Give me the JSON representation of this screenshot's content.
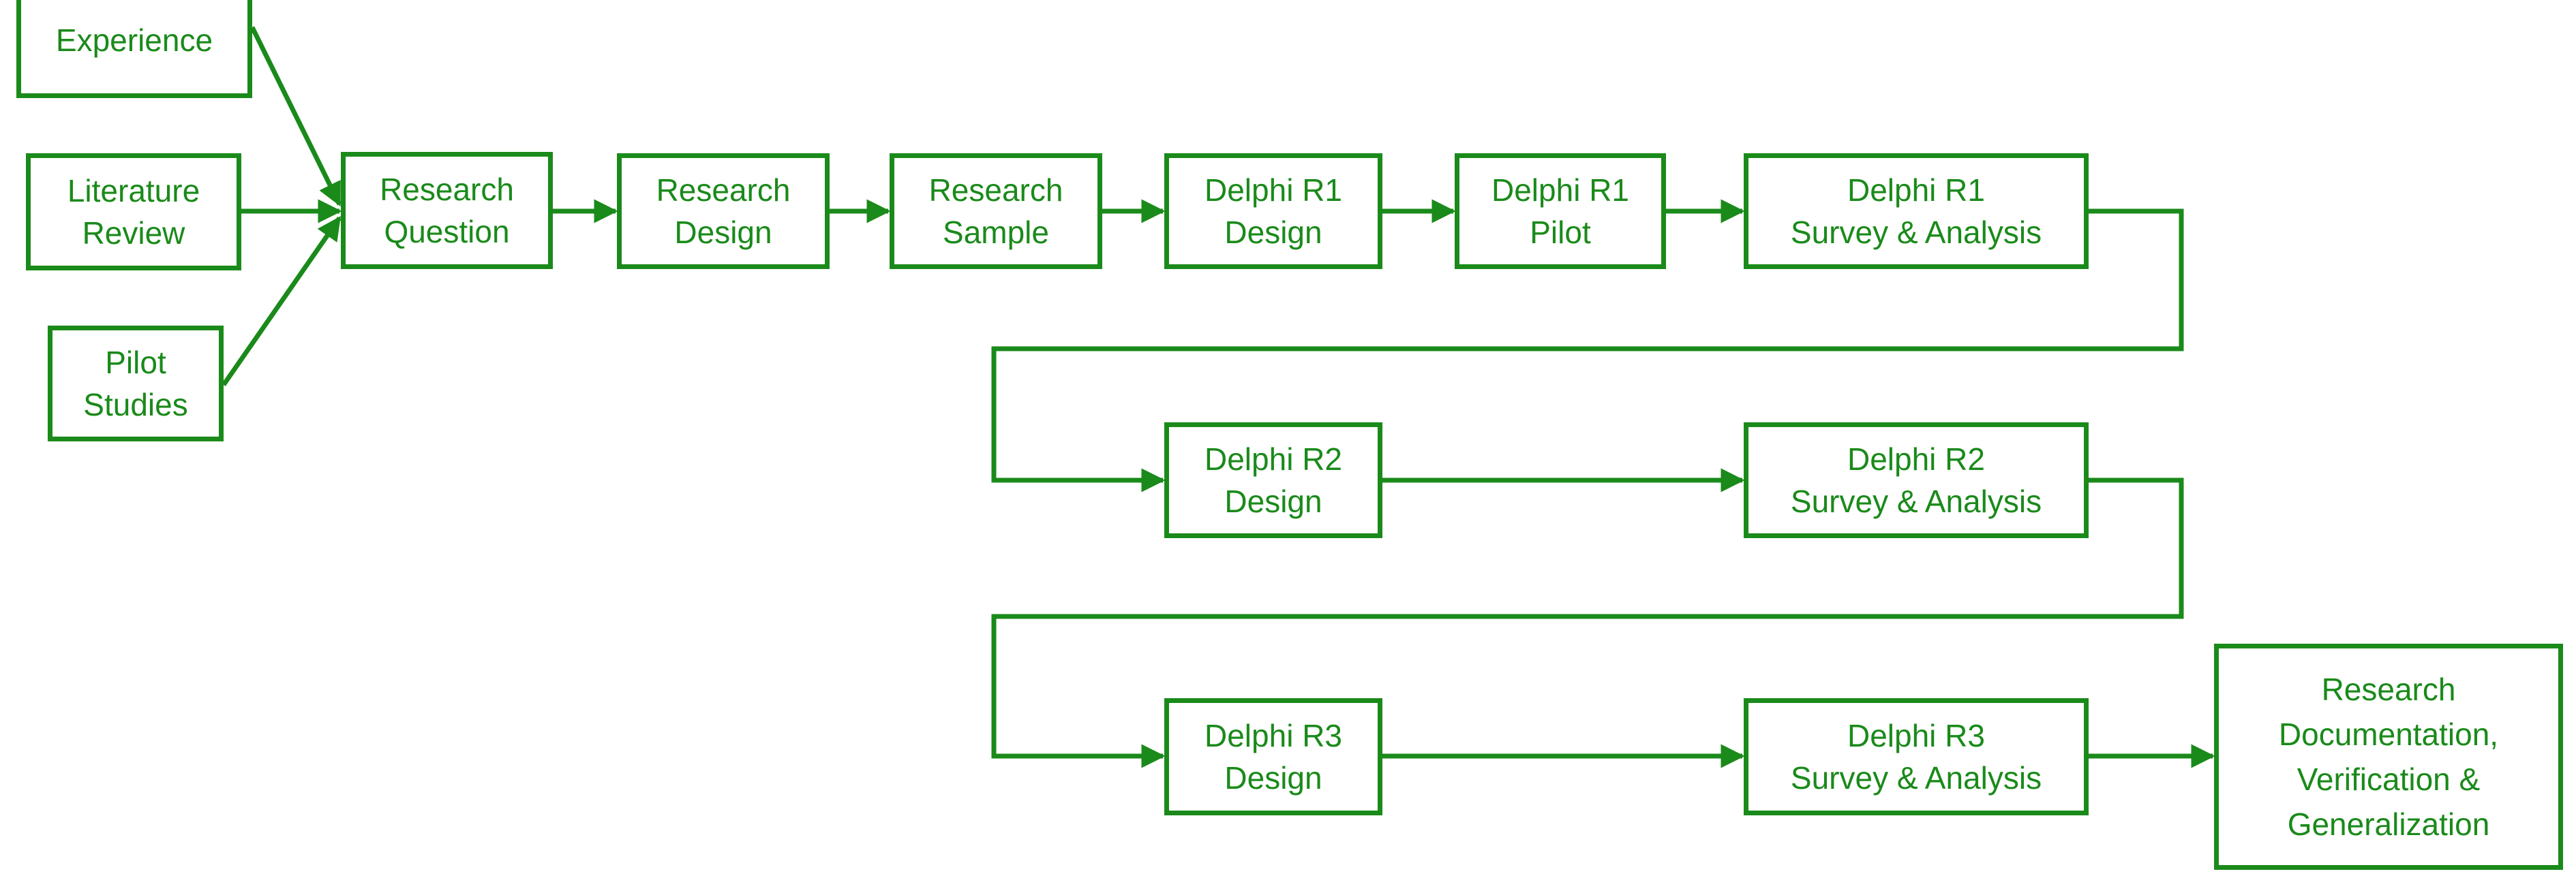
{
  "colors": {
    "accent": "#1a8a1a",
    "background": "#ffffff"
  },
  "nodes": {
    "experience": "Experience",
    "literature_review": "Literature\nReview",
    "pilot_studies": "Pilot\nStudies",
    "research_question": "Research\nQuestion",
    "research_design": "Research\nDesign",
    "research_sample": "Research\nSample",
    "delphi_r1_design": "Delphi R1\nDesign",
    "delphi_r1_pilot": "Delphi R1\nPilot",
    "delphi_r1_survey": "Delphi R1\nSurvey & Analysis",
    "delphi_r2_design": "Delphi R2\nDesign",
    "delphi_r2_survey": "Delphi R2\nSurvey & Analysis",
    "delphi_r3_design": "Delphi R3\nDesign",
    "delphi_r3_survey": "Delphi R3\nSurvey & Analysis",
    "research_documentation": "Research\nDocumentation,\nVerification &\nGeneralization"
  }
}
